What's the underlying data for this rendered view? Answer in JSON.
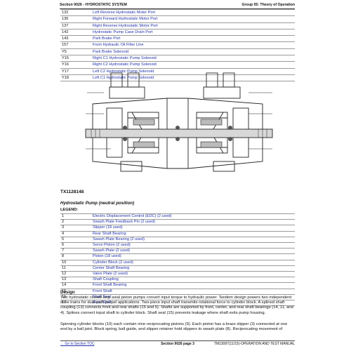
{
  "header": {
    "section": "Section 9026 - HYDROSTATIC SYSTEM",
    "group": "Group 05: Theory of Operation"
  },
  "top_legend": [
    {
      "num": "132",
      "label": "Left Reverse Hydrostatic Motor Port"
    },
    {
      "num": "136",
      "label": "Right Forward Hydrostatic Motor Port"
    },
    {
      "num": "137",
      "label": "Right Reverse Hydrostatic Motor Port"
    },
    {
      "num": "142",
      "label": "Hydrostatic Pump Case Drain Port"
    },
    {
      "num": "143",
      "label": "Park Brake Port"
    },
    {
      "num": "157",
      "label": "From Hydraulic Oil Filter Line"
    },
    {
      "num": "Y5",
      "label": "Park Brake Solenoid"
    },
    {
      "num": "Y15",
      "label": "Right C1 Hydrostatic Pump Solenoid"
    },
    {
      "num": "Y16",
      "label": "Right C2 Hydrostatic Pump Solenoid"
    },
    {
      "num": "Y17",
      "label": "Left C2 Hydrostatic Pump Solenoid"
    },
    {
      "num": "Y18",
      "label": "Left C1 Hydrostatic Pump Solenoid"
    }
  ],
  "figure_id": "TX1128148",
  "figure_caption": "Hydrostatic Pump (neutral position)",
  "legend_title": "LEGEND:",
  "legend": [
    {
      "num": "1",
      "label": "Electric Displacement Control (EDC) (2 used)"
    },
    {
      "num": "2",
      "label": "Swash Plate Feedback Pin (2 used)"
    },
    {
      "num": "3",
      "label": "Slipper (18 used)"
    },
    {
      "num": "4",
      "label": "Rear Shaft Bearing"
    },
    {
      "num": "5",
      "label": "Swash Plate Bearing (2 used)"
    },
    {
      "num": "6",
      "label": "Servo Piston (2 used)"
    },
    {
      "num": "7",
      "label": "Swash Plate (2 used)"
    },
    {
      "num": "8",
      "label": "Piston (18 used)"
    },
    {
      "num": "10",
      "label": "Cylinder Block (2 used)"
    },
    {
      "num": "11",
      "label": "Center Shaft Bearing"
    },
    {
      "num": "12",
      "label": "Valve Plate (2 used)"
    },
    {
      "num": "13",
      "label": "Shaft Coupling"
    },
    {
      "num": "14",
      "label": "Front Shaft Bearing"
    },
    {
      "num": "15",
      "label": "Front Shaft"
    },
    {
      "num": "16",
      "label": "Shaft Seal"
    },
    {
      "num": "17",
      "label": "Rear Shaft"
    }
  ],
  "design_heading": "Design",
  "paragraph1": "Two hydrostatic closed-loop axial piston pumps convert input torque to hydraulic power. Tandem design powers two independent drive trains for dual-path propel applications. Two-piece input shaft transmits rotational force to cylinder block. A splined shaft coupling (13) connects front and rear shafts (15 and 5). Shafts are supported by front, center, and rear shaft bearings (14, 11, and 4). Splines connect input shaft to cylinder block. Shaft seal (15) prevents leakage where shaft exits pump housing.",
  "paragraph2": "Spinning cylinder blocks (10) each contain nine reciprocating pistons (9). Each piston has a brass slipper (3) connected at one end by a ball joint. Block spring, ball guide, and slipper retainer hold slippers to swash plate (8). Reciprocating movement of",
  "footer": {
    "left": "← Go to Section TOC",
    "center": "Section 9026 page 3",
    "right": "TM13087(11/15)-OPERATION AND TEST MANUAL"
  }
}
